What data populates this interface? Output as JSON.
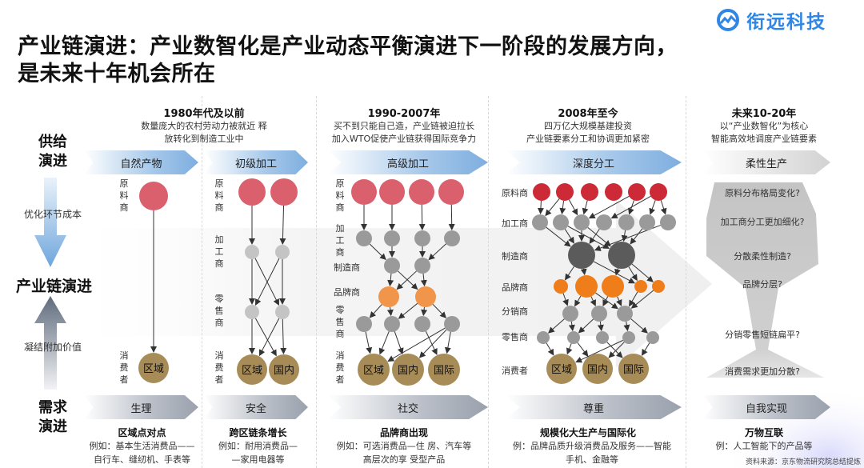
{
  "title": {
    "line1": "产业链演进：产业数智化是产业动态平衡演进下一阶段的发展方向，",
    "line2": "是未来十年机会所在"
  },
  "logo": {
    "icon": "wave-circle-icon",
    "text": "衔远科技",
    "color": "#2f86e6"
  },
  "left": {
    "supply": "供给演进",
    "optimize": "优化环节成本",
    "center": "产业链演进",
    "value": "凝结附加价值",
    "demand": "需求演进"
  },
  "eras": [
    {
      "title": "1980年代及以前",
      "desc": [
        "数量庞大的农村劳动力被就近 释",
        "放转化到制造工业中"
      ],
      "supply": [
        "自然产物",
        "初级加工"
      ],
      "demand": [
        "生理",
        "安全"
      ],
      "bold": [
        "区域点对点",
        "跨区链条增长"
      ],
      "examples": [
        [
          "例如：基本生活消费品——",
          "自行车、缝纫机、手表等"
        ],
        [
          "例如：耐用消费品—",
          "—家用电器等"
        ]
      ]
    },
    {
      "title": "1990-2007年",
      "desc": [
        "买不到只能自己造，产业链被迫拉长",
        "加入WTO促使产业链获得国际竞争力"
      ],
      "supply": "高级加工",
      "demand": "社交",
      "bold": "品牌商出现",
      "examples": [
        "例如：可选消费品—住 房、汽车等",
        "高层次的享 受型产品"
      ]
    },
    {
      "title": "2008年至今",
      "desc": [
        "四万亿大规模基建投资",
        "产业链要素分工和协调更加紧密"
      ],
      "supply": "深度分工",
      "demand": "尊重",
      "bold": "规模化大生产与国际化",
      "examples": [
        "例：品牌品质升级消费品及服务——智能",
        "手机、金融等"
      ]
    },
    {
      "title": "未来10-20年",
      "desc": [
        "以“产业数智化”为核心",
        "智能高效地调度产业链要素"
      ],
      "supply": "柔性生产",
      "demand": "自我实现",
      "bold": "万物互联",
      "examples": [
        "例：人工智能下的产品等"
      ]
    }
  ],
  "roles": {
    "raw": "原料商",
    "proc": "加工商",
    "maker": "制造商",
    "brand": "品牌商",
    "dist": "分销商",
    "retail": "零售商",
    "consumer": "消费者"
  },
  "markets": {
    "regional": "区域",
    "domestic": "国内",
    "international": "国际"
  },
  "questions": [
    "原料分布格局变化?",
    "加工商分工更加细化?",
    "分散柔性制造?",
    "品牌分层?",
    "分销零售短链扁平?",
    "消费需求更加分散?"
  ],
  "source": "资料来源：京东物流研究院总结提炼",
  "colors": {
    "raw": "#d9606c",
    "raw_dark": "#cc2a36",
    "node": "#9a9a9a",
    "light_node": "#c4c4c4",
    "maker": "#5b5b5b",
    "brand": "#f0954a",
    "brand_dark": "#ef7d1a",
    "consumer": "#a88c58"
  }
}
